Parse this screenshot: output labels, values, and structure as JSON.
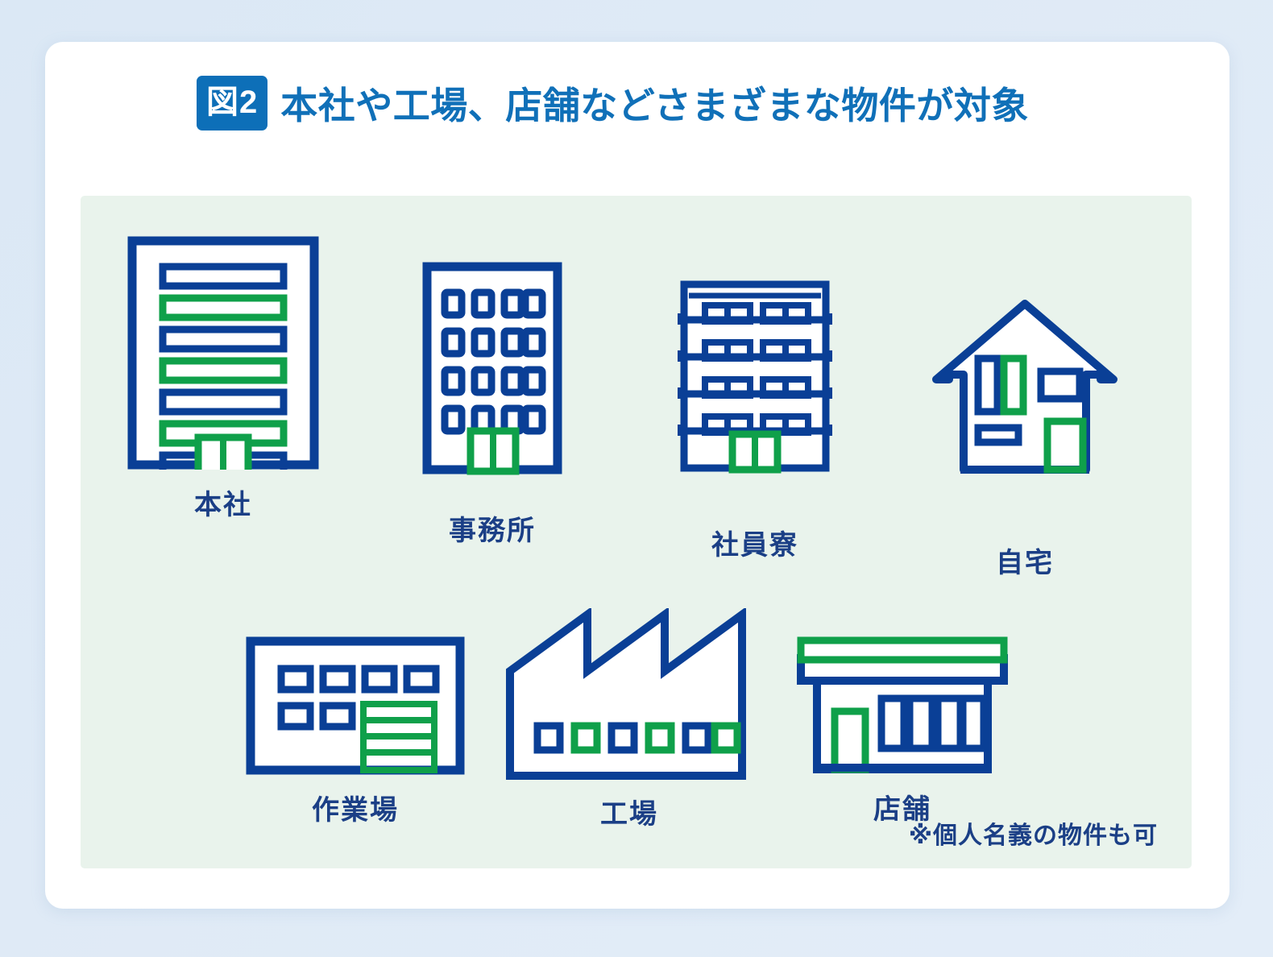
{
  "colors": {
    "page_background": "#dce9f6",
    "card_background": "#ffffff",
    "panel_background": "#e9f3ec",
    "badge_background": "#0d6fb8",
    "title_blue": "#1070b8",
    "label_navy": "#1b3f86",
    "icon_blue": "#0a3f96",
    "icon_green": "#0fa04a"
  },
  "header": {
    "badge_label": "図2",
    "title": "本社や工場、店舗などさまざまな物件が対象"
  },
  "panel": {
    "rows": [
      {
        "items": [
          {
            "id": "headquarters",
            "label": "本社",
            "icon": "headquarters-building-icon"
          },
          {
            "id": "office",
            "label": "事務所",
            "icon": "office-building-icon"
          },
          {
            "id": "dormitory",
            "label": "社員寮",
            "icon": "dormitory-building-icon"
          },
          {
            "id": "home",
            "label": "自宅",
            "icon": "house-icon"
          }
        ]
      },
      {
        "items": [
          {
            "id": "workshop",
            "label": "作業場",
            "icon": "workshop-building-icon"
          },
          {
            "id": "factory",
            "label": "工場",
            "icon": "factory-building-icon"
          },
          {
            "id": "shop",
            "label": "店舗",
            "icon": "storefront-icon"
          }
        ]
      }
    ],
    "footnote": "※個人名義の物件も可"
  }
}
